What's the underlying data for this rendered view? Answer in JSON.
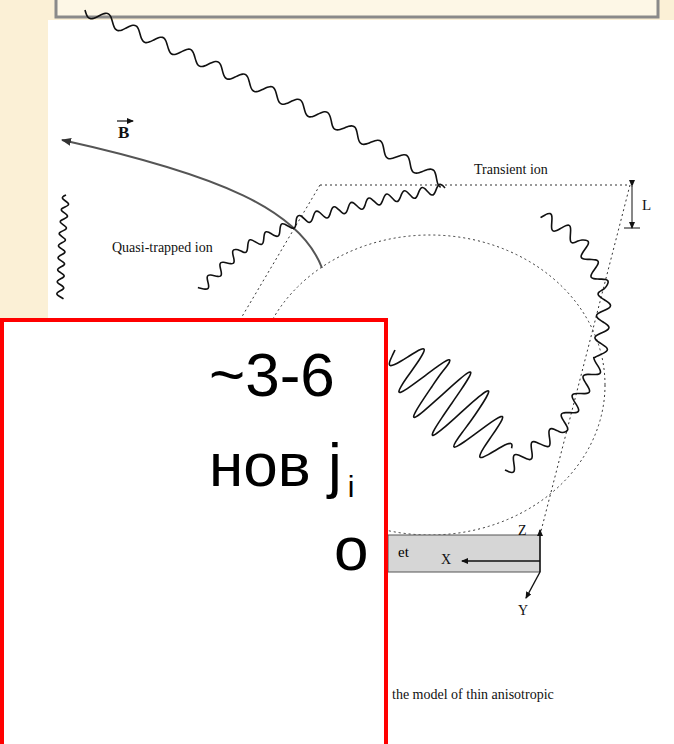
{
  "diagram": {
    "nodes": [
      {
        "text": [
          "~3-6",
          "нов j",
          "i",
          "о"
        ]
      },
      {
        "text": [
          "et"
        ]
      }
    ],
    "labels": [
      "B",
      "Transient ion",
      "L",
      "Quasi-trapped ion",
      "Z",
      "X",
      "Y",
      "the model of thin anisotropic"
    ]
  }
}
